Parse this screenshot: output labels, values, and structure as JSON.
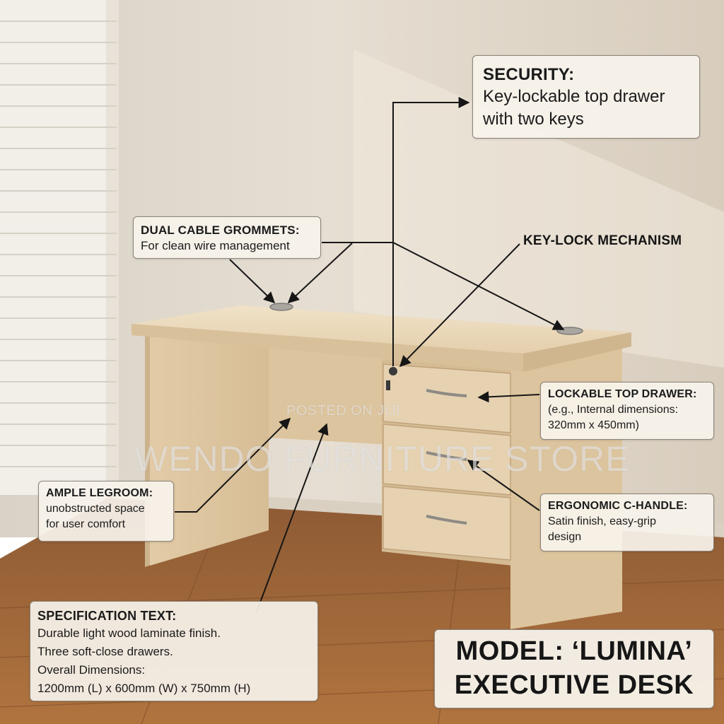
{
  "callouts": {
    "security": {
      "title": "SECURITY:",
      "lines": [
        "Key-lockable top drawer",
        "with two keys"
      ]
    },
    "grommets": {
      "title": "DUAL CABLE GROMMETS:",
      "lines": [
        "For clean wire management"
      ]
    },
    "keylock": {
      "title": "KEY-LOCK MECHANISM"
    },
    "lockable_drawer": {
      "title": "LOCKABLE TOP DRAWER:",
      "lines": [
        "(e.g., Internal dimensions:",
        "320mm x 450mm)"
      ]
    },
    "handle": {
      "title": "ERGONOMIC C-HANDLE:",
      "lines": [
        "Satin finish, easy-grip",
        "design"
      ]
    },
    "legroom": {
      "title": "AMPLE LEGROOM:",
      "lines": [
        "unobstructed space",
        "for user comfort"
      ]
    },
    "spec": {
      "title": "SPECIFICATION TEXT:",
      "lines": [
        "Durable light wood laminate finish.",
        "Three soft-close drawers.",
        "Overall Dimensions:",
        "1200mm (L) x 600mm (W) x 750mm (H)"
      ]
    },
    "model": {
      "lines": [
        "MODEL: ‘LUMINA’",
        "EXECUTIVE DESK"
      ]
    }
  },
  "watermarks": {
    "posted": "POSTED ON JIJI",
    "store": "WENDO FURNITURE STORE"
  },
  "colors": {
    "wall": "#e4dccf",
    "floor": "#a4683a",
    "desk": "#e7d4b4",
    "callout_bg": "#f6f2eb",
    "arrow": "#161616"
  }
}
